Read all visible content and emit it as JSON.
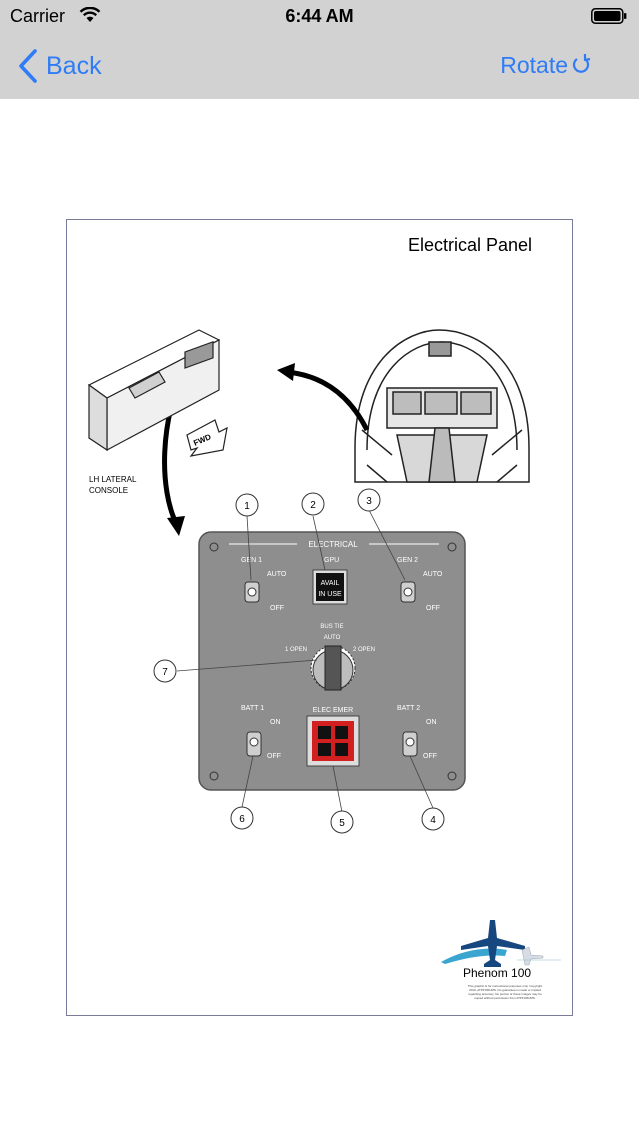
{
  "status_bar": {
    "carrier": "Carrier",
    "time": "6:44 AM"
  },
  "nav": {
    "back_label": "Back",
    "rotate_label": "Rotate"
  },
  "document": {
    "title": "Electrical Panel",
    "console_label_1": "LH LATERAL",
    "console_label_2": "CONSOLE",
    "fwd": "FWD",
    "panel": {
      "header": "ELECTRICAL",
      "gen1": "GEN 1",
      "gpu": "GPU",
      "gen2": "GEN 2",
      "auto_left": "AUTO",
      "auto_right": "AUTO",
      "off_gen1": "OFF",
      "off_gen2": "OFF",
      "avail": "AVAIL",
      "in_use": "IN USE",
      "bus_tie": "BUS TIE",
      "bus_auto": "AUTO",
      "open1": "1 OPEN",
      "open2": "2 OPEN",
      "batt1": "BATT 1",
      "batt2": "BATT 2",
      "on_left": "ON",
      "on_right": "ON",
      "off_batt1": "OFF",
      "off_batt2": "OFF",
      "elec_emer": "ELEC EMER"
    },
    "callouts": [
      "1",
      "2",
      "3",
      "4",
      "5",
      "6",
      "7"
    ],
    "logo_name": "Phenom 100",
    "copyright": "This graphic is for instructional purposes only. Copyright 2010, ATPFORUMS. No guarantee is made or implied regarding accuracy. No portion of these images may be copied without permission from ATPFORUMS."
  },
  "colors": {
    "nav_bar": "#d2d2d2",
    "accent": "#2f7cf6",
    "panel_gray": "#8e8e8e",
    "emer_red": "#d21f1f",
    "logo_navy": "#17477f",
    "logo_cyan": "#3ba5d2"
  }
}
